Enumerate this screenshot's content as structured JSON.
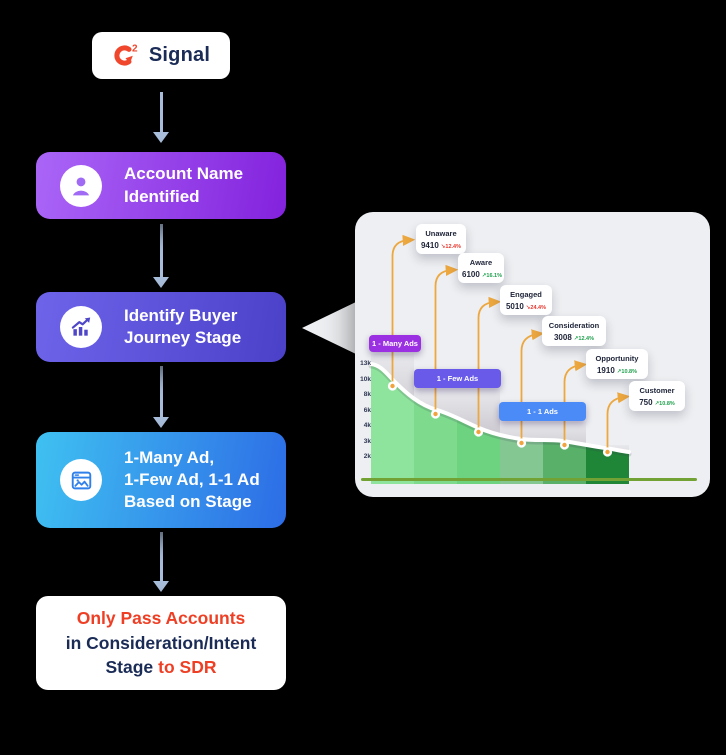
{
  "logo": {
    "superscript": "2",
    "label": "Signal",
    "brand_color": "#ef462c",
    "text_color": "#1a2b56"
  },
  "flow": {
    "box1": {
      "line1": "Account Name",
      "line2": "Identified",
      "icon": "person-icon",
      "gradient": [
        "#aa66f7",
        "#8322dd"
      ]
    },
    "box2": {
      "line1": "Identify Buyer",
      "line2": "Journey Stage",
      "icon": "chart-growth-icon",
      "gradient": [
        "#6e64ea",
        "#4b41c9"
      ]
    },
    "box3": {
      "line1": "1-Many Ad,",
      "line2": "1-Few Ad, 1-1 Ad",
      "line3": "Based on Stage",
      "icon": "ad-image-icon",
      "gradient": [
        "#3fc1f1",
        "#2d6ce6"
      ]
    },
    "box4": {
      "line1": "Only Pass Accounts",
      "line2": "in Consideration/Intent",
      "line3_dark": "Stage",
      "line3_accent": "to SDR",
      "accent_color": "#ee3f25",
      "dark_color": "#1a2b56"
    },
    "connector_color": "#a8bdda"
  },
  "chart_data": {
    "type": "area",
    "categories": [
      "Unaware",
      "Aware",
      "Engaged",
      "Consideration",
      "Opportunity",
      "Customer"
    ],
    "values": [
      9410,
      6100,
      5010,
      3008,
      1910,
      750
    ],
    "stages": [
      {
        "name": "Unaware",
        "value": "9410",
        "arrow": "↘",
        "change": "12.4%",
        "trend": "down"
      },
      {
        "name": "Aware",
        "value": "6100",
        "arrow": "↗",
        "change": "16.1%",
        "trend": "up"
      },
      {
        "name": "Engaged",
        "value": "5010",
        "arrow": "↘",
        "change": "24.4%",
        "trend": "down"
      },
      {
        "name": "Consideration",
        "value": "3008",
        "arrow": "↗",
        "change": "12.4%",
        "trend": "up"
      },
      {
        "name": "Opportunity",
        "value": "1910",
        "arrow": "↗",
        "change": "10.8%",
        "trend": "up"
      },
      {
        "name": "Customer",
        "value": "750",
        "arrow": "↗",
        "change": "10.8%",
        "trend": "up"
      }
    ],
    "y_ticks": [
      "13k",
      "10k",
      "8k",
      "6k",
      "4k",
      "3k",
      "2k"
    ],
    "ribbons": [
      {
        "label": "1 - Many Ads",
        "color": "#9b30e3"
      },
      {
        "label": "1 - Few Ads",
        "color": "#695ae9"
      },
      {
        "label": "1 - 1 Ads",
        "color": "#4b8bf7"
      }
    ],
    "colors": {
      "columns": [
        "#8fe49d",
        "#7edb8e",
        "#6ed381",
        "#85c793",
        "#58b069",
        "#1f8537"
      ],
      "curve": "#ffffff",
      "connector": "#eda73f",
      "dot": "#f1a33e",
      "baseline": "#72a233",
      "up": "#1da04b",
      "down": "#e8352c",
      "panel_bg": "#edeff2"
    },
    "legend_position": "none",
    "grid": false,
    "ylim": [
      0,
      13000
    ]
  }
}
